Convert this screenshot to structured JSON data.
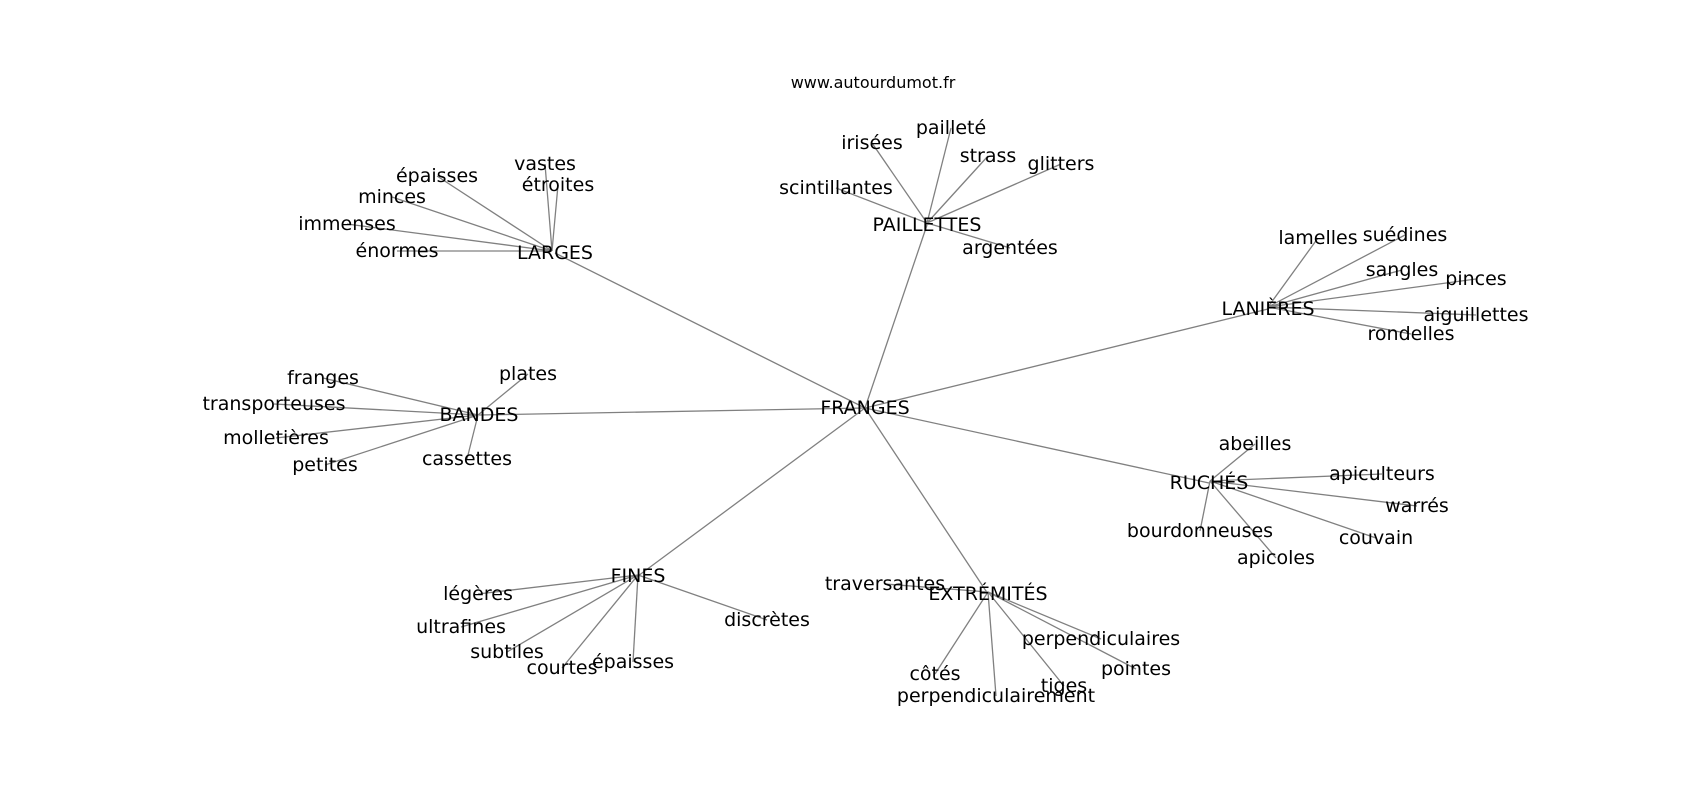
{
  "site_url": "www.autourdumot.fr",
  "center": "FRANGES",
  "clusters": [
    {
      "hub": "LARGES",
      "leaves": [
        "vastes",
        "épaisses",
        "étroites",
        "minces",
        "immenses",
        "énormes"
      ]
    },
    {
      "hub": "PAILLETTES",
      "leaves": [
        "irisées",
        "pailleté",
        "strass",
        "glitters",
        "scintillantes",
        "argentées"
      ]
    },
    {
      "hub": "LANIÈRES",
      "leaves": [
        "lamelles",
        "suédines",
        "sangles",
        "pinces",
        "aiguillettes",
        "rondelles"
      ]
    },
    {
      "hub": "BANDES",
      "leaves": [
        "franges",
        "plates",
        "transporteuses",
        "molletières",
        "petites",
        "cassettes"
      ]
    },
    {
      "hub": "RUCHÉS",
      "leaves": [
        "abeilles",
        "apiculteurs",
        "warrés",
        "couvain",
        "bourdonneuses",
        "apicoles"
      ]
    },
    {
      "hub": "FINES",
      "leaves": [
        "légères",
        "ultrafines",
        "subtiles",
        "courtes",
        "épaisses",
        "discrètes"
      ]
    },
    {
      "hub": "EXTRÉMITÉS",
      "leaves": [
        "traversantes",
        "perpendiculaires",
        "pointes",
        "tiges",
        "côtés",
        "perpendiculairement"
      ]
    }
  ]
}
